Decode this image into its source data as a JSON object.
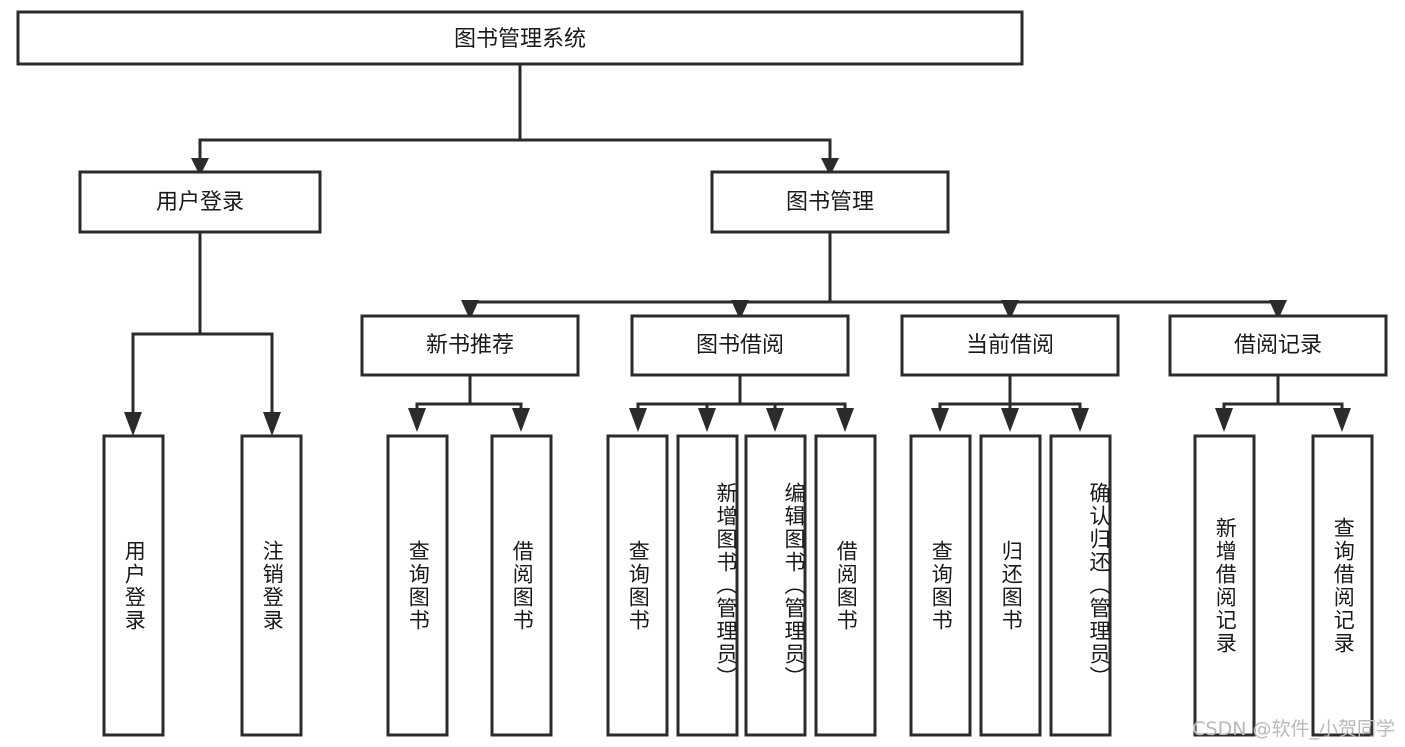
{
  "diagram": {
    "title": "图书管理系统",
    "type": "tree",
    "orientation": "top-down",
    "colors": {
      "stroke": "#2b2b2b",
      "fill": "#ffffff",
      "text": "#1a1a1a",
      "background": "#ffffff",
      "watermark": "#b9b9b9"
    },
    "root": {
      "label": "图书管理系统"
    },
    "level2": [
      {
        "label": "用户登录"
      },
      {
        "label": "图书管理"
      }
    ],
    "level3": [
      {
        "label": "新书推荐"
      },
      {
        "label": "图书借阅"
      },
      {
        "label": "当前借阅"
      },
      {
        "label": "借阅记录"
      }
    ],
    "leaves": {
      "user_login": [
        {
          "label": "用户登录"
        },
        {
          "label": "注销登录"
        }
      ],
      "new_book_recommend": [
        {
          "label": "查询图书"
        },
        {
          "label": "借阅图书"
        }
      ],
      "book_borrow": [
        {
          "label": "查询图书"
        },
        {
          "label": "新增图书（管理员）"
        },
        {
          "label": "编辑图书（管理员）"
        },
        {
          "label": "借阅图书"
        }
      ],
      "current_borrow": [
        {
          "label": "查询图书"
        },
        {
          "label": "归还图书"
        },
        {
          "label": "确认归还（管理员）"
        }
      ],
      "borrow_records": [
        {
          "label": "新增借阅记录"
        },
        {
          "label": "查询借阅记录"
        }
      ]
    }
  },
  "watermark": {
    "text": "CSDN @软件_小贺同学"
  }
}
